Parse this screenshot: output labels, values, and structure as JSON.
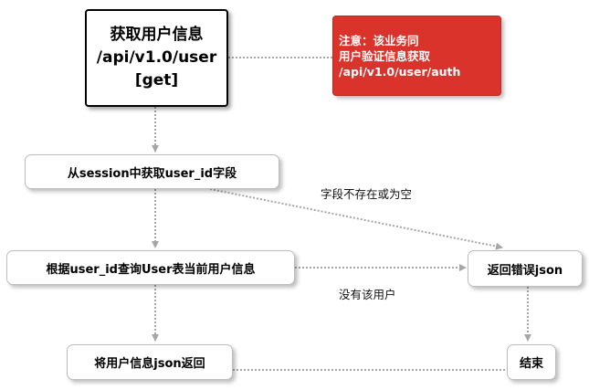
{
  "start": {
    "line1": "获取用户信息",
    "line2": "/api/v1.0/user",
    "line3": "[get]"
  },
  "note": {
    "line1": "注意：该业务同",
    "line2": "用户验证信息获取",
    "line3": "/api/v1.0/user/auth"
  },
  "nodes": {
    "get_user_id": "从session中获取user_id字段",
    "query_user": "根据user_id查询User表当前用户信息",
    "return_error": "返回错误json",
    "return_user": "将用户信息json返回",
    "end": "结束"
  },
  "edge_labels": {
    "field_missing": "字段不存在或为空",
    "no_user": "没有该用户"
  },
  "colors": {
    "note_background": "#d9332b",
    "note_text": "#ffffff",
    "connector": "#a6a6a6"
  }
}
